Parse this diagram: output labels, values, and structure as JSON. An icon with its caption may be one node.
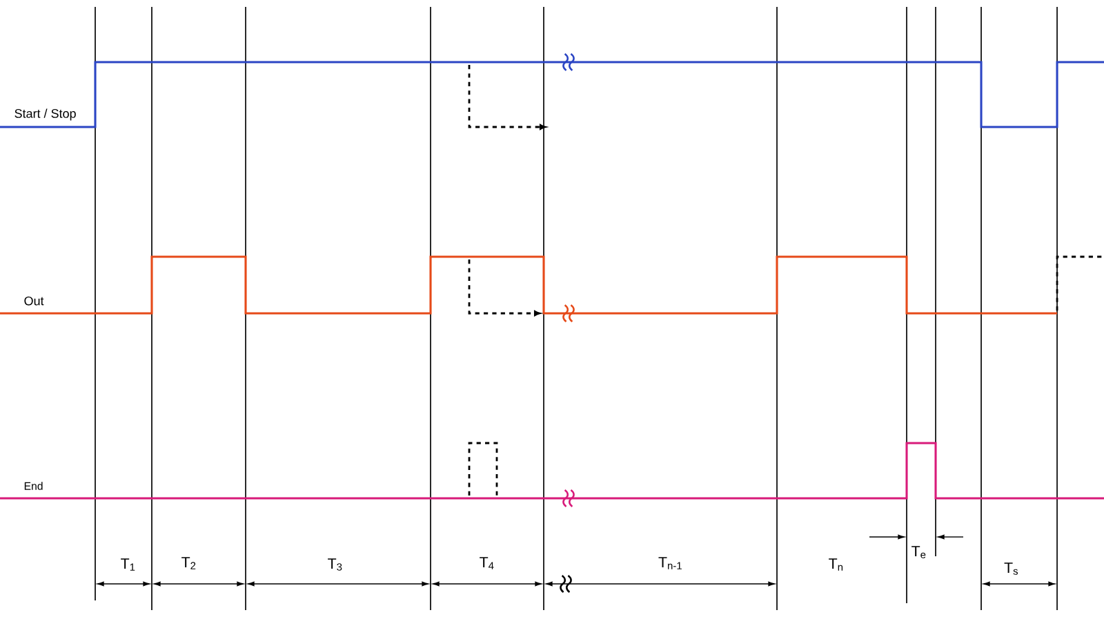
{
  "diagram": {
    "labels": [
      "Start / Stop",
      "Out",
      "End",
      "T$_{1}$",
      "T$_{2}$",
      "T$_{3}$",
      "T$_{4}$",
      "T$_{n-1}$",
      "T$_{n}$",
      "T$_{e}$",
      "T$_{s}$"
    ]
  }
}
